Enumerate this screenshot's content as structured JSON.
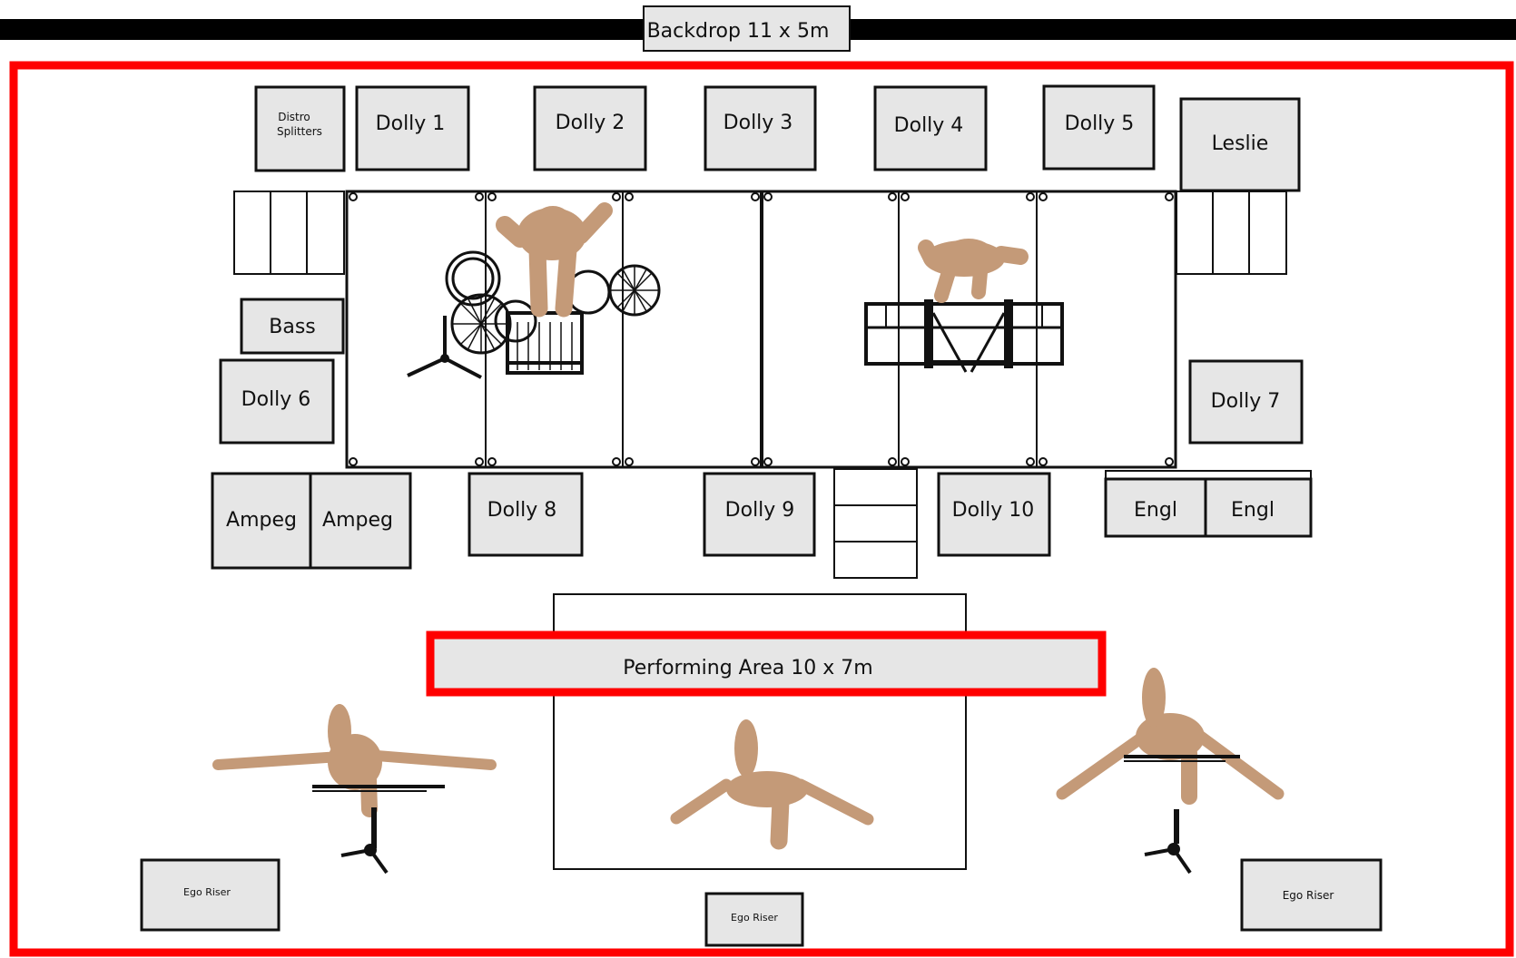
{
  "colors": {
    "performing_area_border": "#ff0000",
    "box_fill": "#e6e6e6",
    "backdrop_bar": "#000000",
    "musician_skin": "#c49a78"
  },
  "backdrop": {
    "label": "Backdrop 11 x 5m"
  },
  "performing_area": {
    "label": "Performing Area 10 x 7m"
  },
  "upstage_row": [
    {
      "name": "distro",
      "label": [
        "Distro",
        "Splitters"
      ]
    },
    {
      "name": "dolly-1",
      "label": "Dolly 1"
    },
    {
      "name": "dolly-2",
      "label": "Dolly 2"
    },
    {
      "name": "dolly-3",
      "label": "Dolly 3"
    },
    {
      "name": "dolly-4",
      "label": "Dolly 4"
    },
    {
      "name": "dolly-5",
      "label": "Dolly 5"
    },
    {
      "name": "leslie",
      "label": "Leslie"
    }
  ],
  "left_side": {
    "bass": "Bass",
    "dolly_6": "Dolly 6",
    "ampeg_left": "Ampeg",
    "ampeg_right": "Ampeg"
  },
  "right_side": {
    "dolly_7": "Dolly 7",
    "engl_left": "Engl",
    "engl_right": "Engl"
  },
  "riser_front": {
    "dolly_8": "Dolly 8",
    "dolly_9": "Dolly 9",
    "dolly_10": "Dolly 10"
  },
  "ego_risers": {
    "left": "Ego Riser",
    "center": "Ego Riser",
    "right": "Ego Riser"
  },
  "icons": [
    "drum-kit-icon",
    "drummer-icon",
    "keyboard-stand-icon",
    "keyboardist-icon",
    "bass-player-icon",
    "singer-icon",
    "guitarist-icon",
    "mic-stand-icon"
  ]
}
